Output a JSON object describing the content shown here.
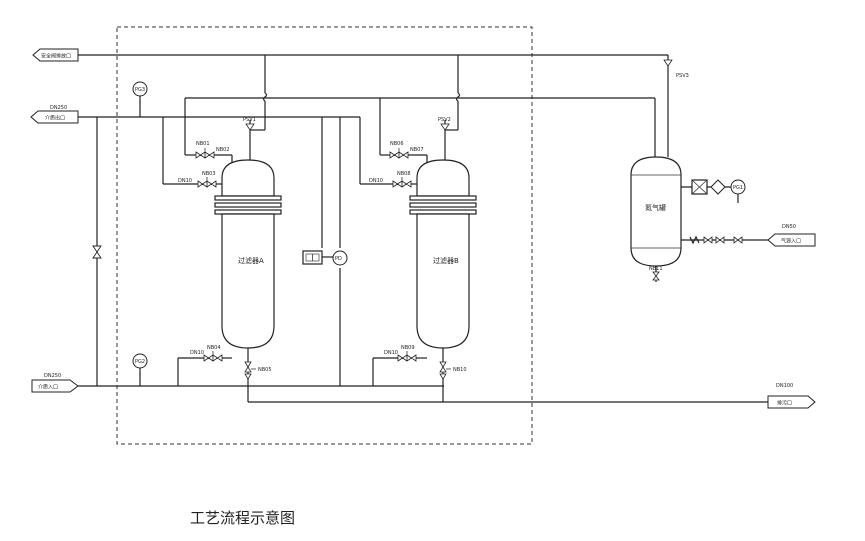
{
  "caption": "工艺流程示意图",
  "ports": {
    "safety_vent_label": "安全阀排放口",
    "medium_out_size": "DN250",
    "medium_out_label": "介质出口",
    "medium_in_size": "DN250",
    "medium_in_label": "介质入口",
    "drain_size": "DN100",
    "drain_label": "排污口",
    "gas_in_size": "DN50",
    "gas_in_label": "气源入口"
  },
  "equipment": {
    "filter_a": "过滤器A",
    "filter_b": "过滤器B",
    "gas_tank": "氮气罐"
  },
  "instruments": {
    "pg3": "PG3",
    "pg2": "PG2",
    "pg1": "PG1",
    "pd": "PD",
    "psv1": "PSV1",
    "psv2": "PSV2",
    "psv3": "PSV3"
  },
  "valves": {
    "a_top1": "NB01",
    "a_top2": "NB02",
    "a_side": "DN10",
    "a_side2": "NB03",
    "a_bot": "DN10",
    "a_bot2": "NB04",
    "a_drain": "NB05",
    "b_top1": "NB06",
    "b_top2": "NB07",
    "b_side": "DN10",
    "b_side2": "NB08",
    "b_bot": "DN10",
    "b_bot2": "NB09",
    "b_drain": "NB10",
    "tank_drain": "NB11"
  }
}
